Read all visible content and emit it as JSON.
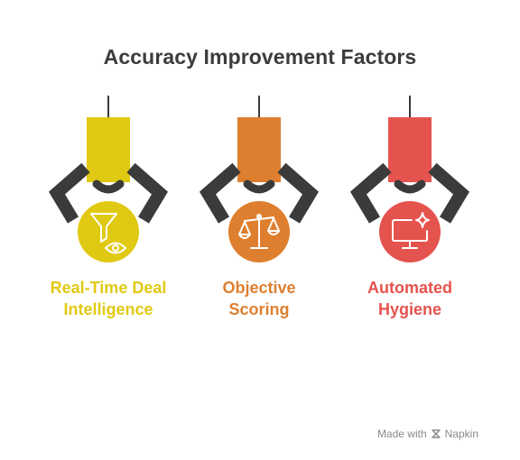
{
  "title": "Accuracy Improvement Factors",
  "items": [
    {
      "line1": "Real-Time Deal",
      "line2": "Intelligence",
      "color": "#e0c912",
      "icon": "filter-eye-icon"
    },
    {
      "line1": "Objective",
      "line2": "Scoring",
      "color": "#de7f2f",
      "icon": "balance-scale-icon"
    },
    {
      "line1": "Automated",
      "line2": "Hygiene",
      "color": "#e5534e",
      "icon": "monitor-sparkle-icon"
    }
  ],
  "footer": {
    "made_with": "Made with",
    "brand": "Napkin"
  }
}
